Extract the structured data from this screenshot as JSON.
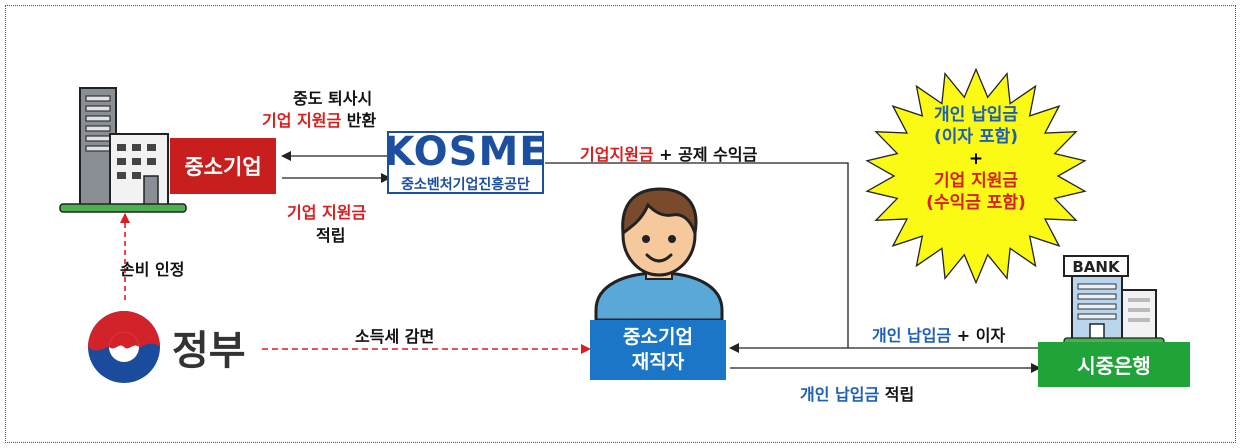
{
  "company": {
    "label": "중소기업"
  },
  "kosme": {
    "logo": "KOSME",
    "name": "중소벤처기업진흥공단"
  },
  "government": {
    "label": "정부"
  },
  "worker": {
    "line1": "중소기업",
    "line2": "재직자"
  },
  "bank": {
    "label": "시중은행",
    "sign": "BANK"
  },
  "flows": {
    "refund_line1": "중도 퇴사시",
    "refund_red": "기업 지원금",
    "refund_rest": " 반환",
    "support_red": "기업 지원금",
    "support_line2": "적립",
    "kosme_to_bank_red": "기업지원금",
    "kosme_to_bank_rest": " + 공제 수익금",
    "cost_recognition": "손비 인정",
    "tax_reduction": "소득세 감면",
    "bank_to_worker_blue": "개인 납입금",
    "bank_to_worker_rest": " + 이자",
    "worker_to_bank_blue": "개인 납입금",
    "worker_to_bank_rest": " 적립"
  },
  "starburst": {
    "line1": "개인 납입금",
    "line2": "(이자 포함)",
    "plus": "+",
    "line3": "기업 지원금",
    "line4": "(수익금 포함)"
  },
  "colors": {
    "red": "#d81e1e",
    "blue": "#1f5fb3",
    "kosme_blue": "#1d4fa0",
    "bank_green": "#20a43a",
    "worker_blue": "#1b76c8",
    "star_yellow": "#fafa14"
  }
}
